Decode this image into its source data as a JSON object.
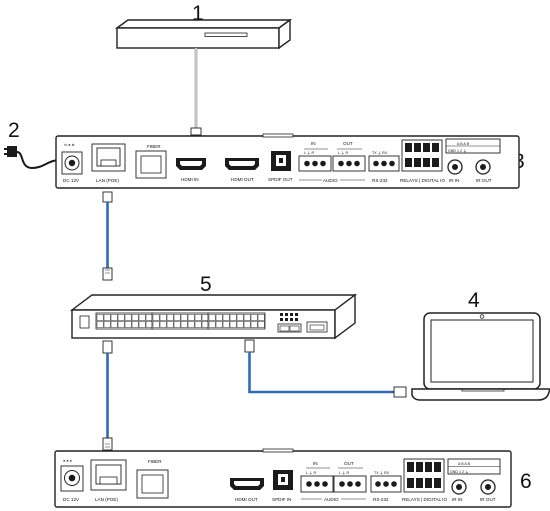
{
  "callouts": [
    "1",
    "2",
    "3",
    "4",
    "5",
    "6"
  ],
  "transmitter": {
    "fiber": "FIBER",
    "dc": "DC 12V",
    "lan": "LAN (POE)",
    "hdmi_in": "HDMI IN",
    "hdmi_out": "HDMI OUT",
    "spdif": "SPDIF OUT",
    "in": "IN",
    "out": "OUT",
    "lgr_in": "L  ⏚  R",
    "lgr_out": "L  ⏚  R",
    "audio": "AUDIO",
    "txrx": "TX  ⏚  RX",
    "rs232": "RS-232",
    "relays": "RELAYS | DIGITAL IO",
    "ir_in": "IR IN",
    "ir_out": "IR OUT",
    "io_row1": "A  B  A  B",
    "io_row2": "GND  1   2  ⏚"
  },
  "receiver": {
    "fiber": "FIBER",
    "dc": "DC 12V",
    "lan": "LAN (POE)",
    "hdmi_out": "HDMI OUT",
    "spdif": "SPDIF IN",
    "in": "IN",
    "out": "OUT",
    "lgr_in": "L  ⏚  R",
    "lgr_out": "L  ⏚  R",
    "audio": "AUDIO",
    "txrx": "TX  ⏚  RX",
    "rs232": "RS-232",
    "relays": "RELAYS | DIGITAL IO",
    "ir_in": "IR IN",
    "ir_out": "IR OUT",
    "io_row1": "A  B  A  B",
    "io_row2": "GND  1   2  ⏚"
  },
  "icons": [
    "power-adapter-icon",
    "laptop-icon",
    "hdmi-source-icon",
    "network-switch-icon"
  ]
}
